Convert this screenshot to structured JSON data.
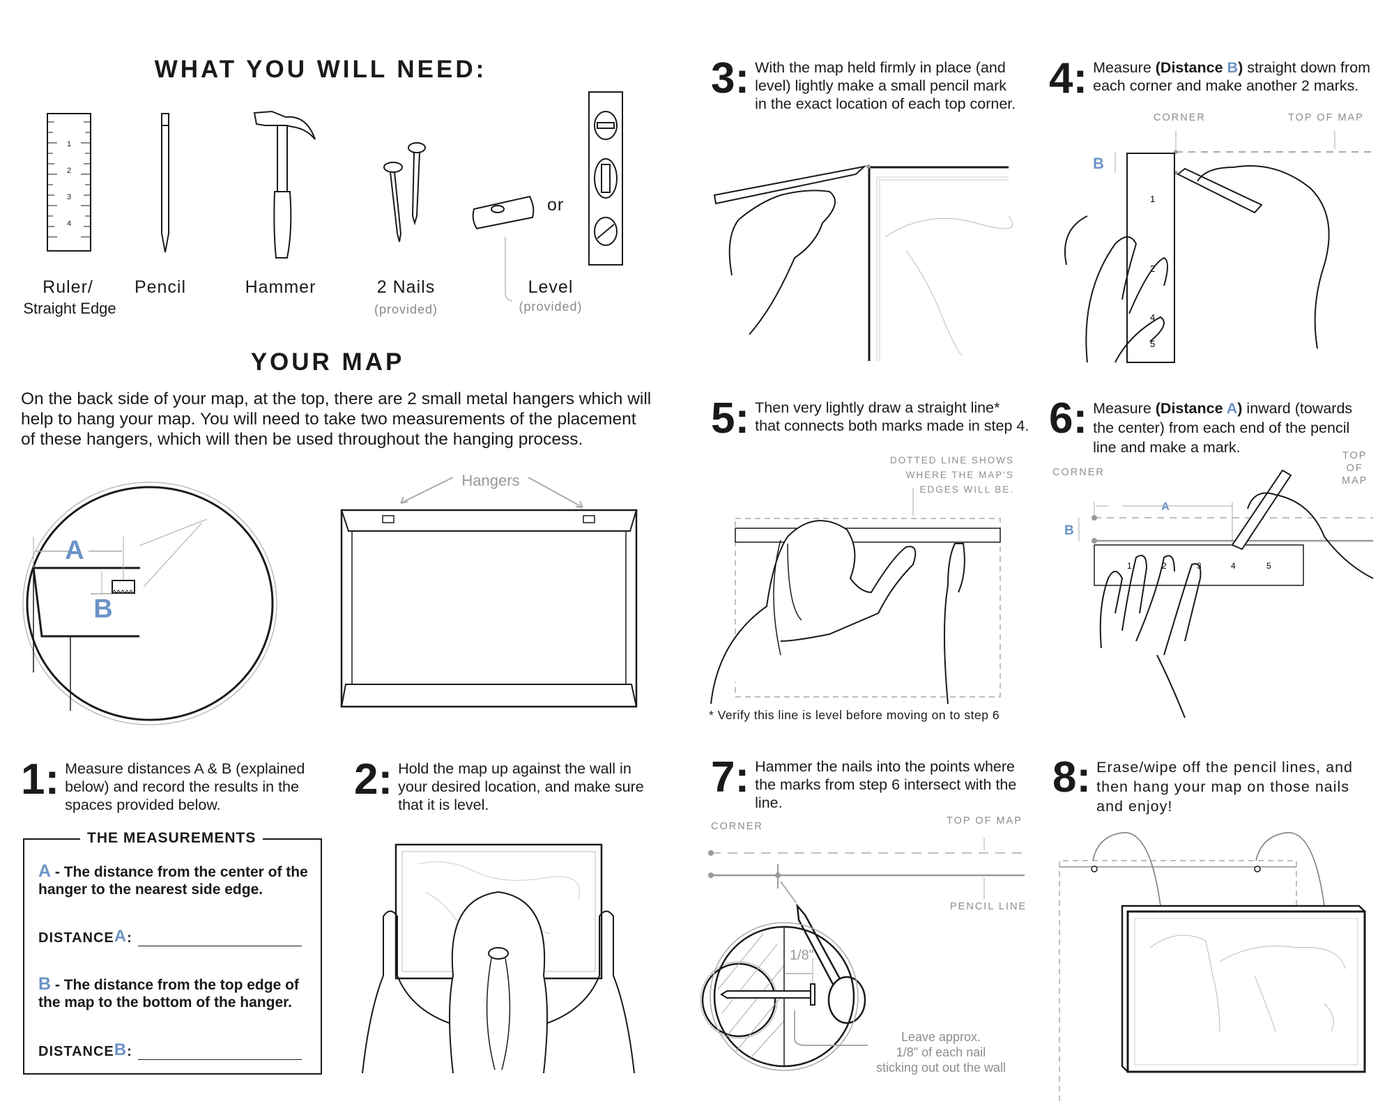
{
  "colors": {
    "accent": "#6b93c6",
    "ink": "#1a1a1a",
    "muted": "#8d8d8d"
  },
  "needs": {
    "title": "WHAT YOU WILL NEED:",
    "tools": [
      {
        "label": "Ruler/",
        "label2": "Straight Edge",
        "icon": "ruler-icon"
      },
      {
        "label": "Pencil",
        "icon": "pencil-icon"
      },
      {
        "label": "Hammer",
        "icon": "hammer-icon"
      },
      {
        "label": "2 Nails",
        "note": "(provided)",
        "icon": "nails-icon"
      },
      {
        "label": "Level",
        "note": "(provided)",
        "icon": "level-icon"
      }
    ],
    "or": "or",
    "ruler_ticks": [
      "1",
      "2",
      "3",
      "4"
    ]
  },
  "your_map": {
    "title": "YOUR MAP",
    "lines": [
      "On the back side of your map, at the top, there are 2 small metal hangers which will",
      "help to hang your map. You will need to take two measurements of the placement",
      "of these hangers, which will then be used throughout the hanging process."
    ],
    "hangers_label": "Hangers",
    "a": "A",
    "b": "B"
  },
  "steps": [
    {
      "num": "1:",
      "lines": [
        "Measure distances A & B (explained",
        "below) and record the results in the",
        "spaces provided below."
      ]
    },
    {
      "num": "2:",
      "lines": [
        "Hold the map up against the wall in",
        "your desired location, and make sure",
        "that it is level."
      ]
    },
    {
      "num": "3:",
      "lines": [
        "With the map held firmly in place (and",
        "level) lightly make a small pencil mark",
        "in the exact location of each top corner."
      ]
    },
    {
      "num": "4:",
      "l1a": "Measure ",
      "l1b": "(Distance ",
      "l1c": "B",
      "l1d": ")",
      "l1e": " straight down from",
      "l2": "each corner and make another 2 marks."
    },
    {
      "num": "5:",
      "lines": [
        "Then very lightly draw a straight line*",
        "that connects both marks made in step 4."
      ]
    },
    {
      "num": "6:",
      "l1a": "Measure ",
      "l1b": "(Distance ",
      "l1c": "A",
      "l1d": ")",
      "l1e": " inward (towards",
      "l2": "the center) from each end of the pencil",
      "l3": "line and make a mark."
    },
    {
      "num": "7:",
      "lines": [
        "Hammer the nails into the points where",
        "the marks from step 6 intersect with the",
        "line."
      ]
    },
    {
      "num": "8:",
      "lines": [
        "Erase/wipe off the pencil lines, and",
        "then hang your map on those nails",
        "and enjoy!"
      ]
    }
  ],
  "measurements": {
    "title": "THE MEASUREMENTS",
    "a_letter": "A",
    "a_desc1": " - The distance from the center of the",
    "a_desc2": "hanger to the nearest side edge.",
    "dist_a_label": "DISTANCE ",
    "b_letter": "B",
    "b_desc1": " - The distance from the top edge of",
    "b_desc2": "the map to the bottom of the hanger.",
    "dist_b_label": "DISTANCE ",
    "colon": ":"
  },
  "step4_fig": {
    "corner": "CORNER",
    "top_of_map": "TOP OF MAP",
    "b": "B",
    "ruler_ticks": [
      "1",
      "2",
      "4",
      "5"
    ]
  },
  "step5_fig": {
    "note1": "DOTTED LINE SHOWS",
    "note2": "WHERE THE MAP'S",
    "note3": "EDGES WILL BE.",
    "footnote": "* Verify this line is level before moving on to step 6"
  },
  "step6_fig": {
    "corner": "CORNER",
    "top1": "TOP",
    "top2": "OF",
    "top3": "MAP",
    "a": "A",
    "b": "B",
    "ruler_ticks": [
      "1",
      "2",
      "3",
      "4",
      "5"
    ]
  },
  "step7_fig": {
    "corner": "CORNER",
    "top_of_map": "TOP OF MAP",
    "pencil_line": "PENCIL LINE",
    "gap": "1/8\"",
    "note1": "Leave approx.",
    "note2": "1/8\" of each nail",
    "note3": "sticking out out the wall"
  }
}
